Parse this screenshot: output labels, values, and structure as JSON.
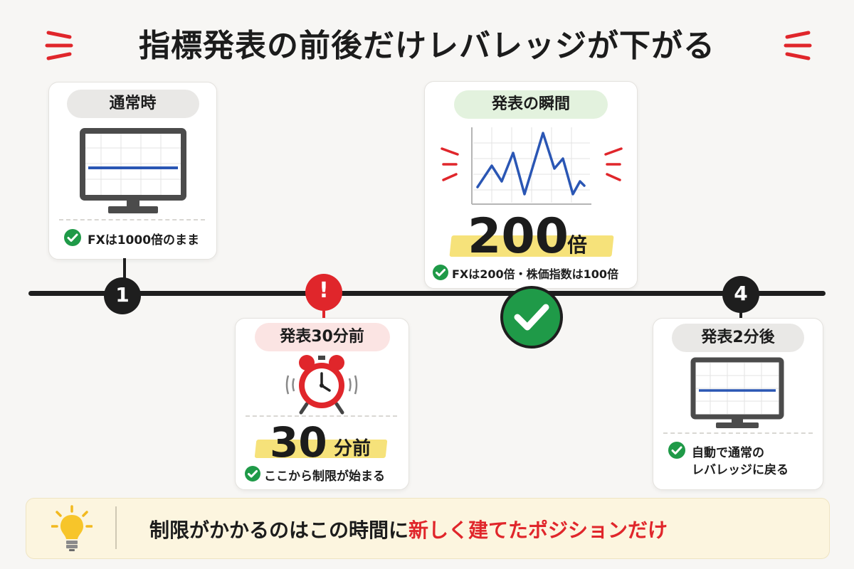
{
  "title": "指標発表の前後だけレバレッジが下がる",
  "steps": [
    {
      "number": "1",
      "label": "通常時",
      "note": "FXは1000倍のまま"
    },
    {
      "number": "!",
      "label": "発表30分前",
      "big_number": "30",
      "big_unit": "分前",
      "note": "ここから制限が始まる"
    },
    {
      "number": "✓",
      "label": "発表の瞬間",
      "big_number": "200",
      "big_unit": "倍",
      "note": "FXは200倍・株価指数は100倍"
    },
    {
      "number": "4",
      "label": "発表2分後",
      "note_line1": "自動で通常の",
      "note_line2": "レバレッジに戻る"
    }
  ],
  "footer": {
    "text_plain": "制限がかかるのはこの時間に",
    "text_emphasis": "新しく建てたポジションだけ"
  },
  "colors": {
    "red": "#e0262b",
    "green": "#1f9a48",
    "blue_line": "#2a56b4",
    "yellow_highlight": "#f6e27a",
    "dark": "#1e1e1e"
  }
}
